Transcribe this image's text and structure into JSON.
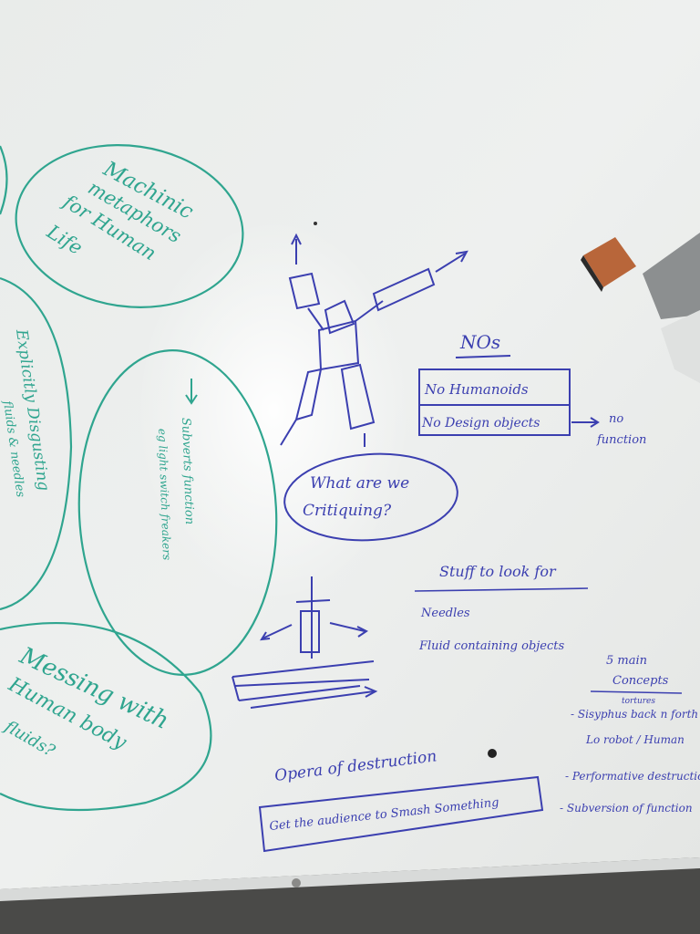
{
  "colors": {
    "board": "#eef0ef",
    "glare": "#ffffff",
    "blue_marker": "#3b3fb0",
    "green_marker": "#2fa58f",
    "frame": "#505050"
  },
  "green_bubbles": {
    "machinic": [
      "Machinic",
      "metaphors",
      "for Human",
      "Life"
    ],
    "subverts": [
      "Subverts function",
      "eg light switch freakers"
    ],
    "explicitly": [
      "Explicitly Disgusting",
      "fluids & needles"
    ],
    "messing": [
      "Messing with",
      "Human body",
      "fluids?"
    ]
  },
  "blue_notes": {
    "critique": [
      "What are we",
      "Critiquing?"
    ],
    "nos_title": "NOs",
    "nos_items": [
      "No Humanoids",
      "No Design objects"
    ],
    "no_function": [
      "no",
      "function"
    ],
    "stuff_title": "Stuff to look for",
    "stuff_items": [
      "Needles",
      "Fluid containing objects"
    ],
    "opera": "Opera of destruction",
    "audience": "Get the audience to Smash Something",
    "main_concepts_title": [
      "5 main",
      "Concepts"
    ],
    "main_concepts_note": "tortures",
    "main_concepts": [
      "- Sisyphus back n forth",
      "Lo robot / Human",
      "- Performative destruction",
      "- Subversion of function"
    ]
  },
  "icons": [
    "robot-sketch-icon",
    "arrow-icon",
    "table-sketch-icon",
    "eraser-icon"
  ]
}
